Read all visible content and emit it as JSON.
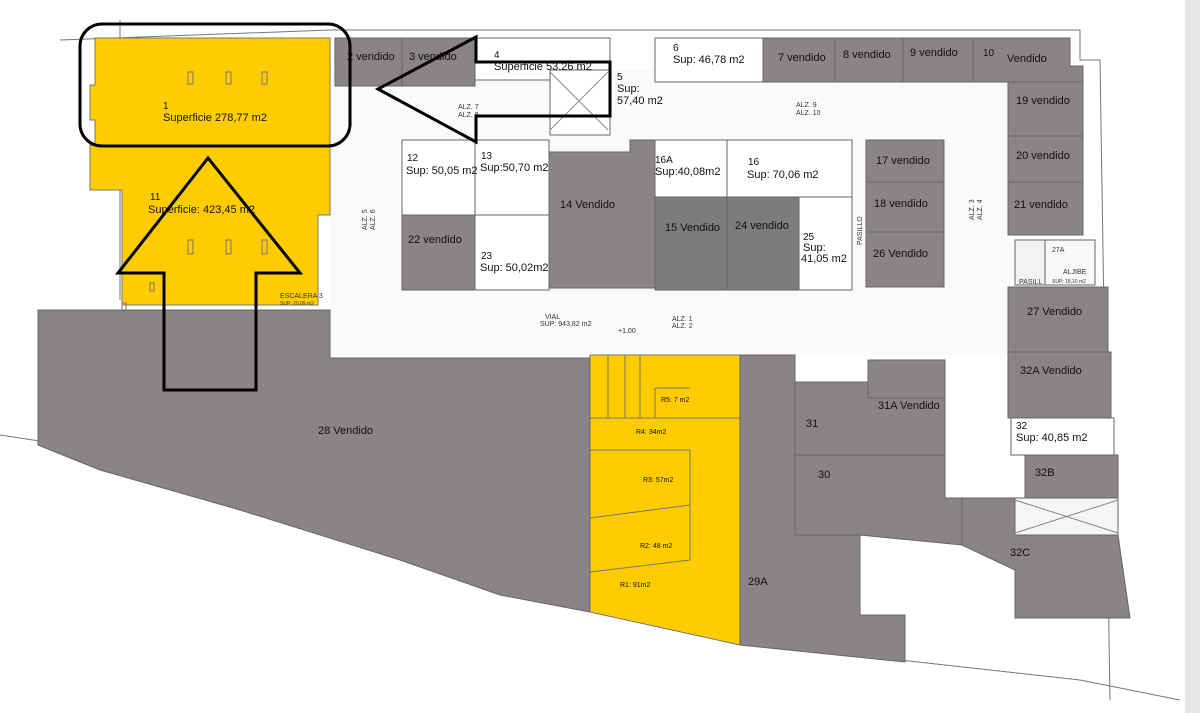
{
  "colors": {
    "sold": "#8a8486",
    "available": "#ffffff",
    "highlight": "#ffcc00",
    "line": "#555555",
    "arrow": "#000000"
  },
  "lots": {
    "l1": {
      "num": "1",
      "desc": "Superficie 278,77 m2"
    },
    "l2": "2 vendido",
    "l3": "3 vendido",
    "l4": {
      "num": "4",
      "desc": "Superficie 53.26 m2"
    },
    "l5": {
      "num": "5",
      "desc": "57,40 m2",
      "label": "Sup:"
    },
    "l6": {
      "num": "6",
      "desc": "Sup: 46,78 m2"
    },
    "l7": "7 vendido",
    "l8": "8 vendido",
    "l9": "9 vendido",
    "l10": "10",
    "l10b": "Vendido",
    "l11": {
      "num": "11",
      "desc": "Superficie: 423,45 m2"
    },
    "l12": {
      "num": "12",
      "desc": "Sup: 50,05 m2"
    },
    "l13": {
      "num": "13",
      "desc": "Sup:50,70 m2"
    },
    "l14": "14 Vendido",
    "l15": "15 Vendido",
    "l16a": {
      "num": "16A",
      "desc": "Sup:40,08m2"
    },
    "l16": {
      "num": "16",
      "desc": "Sup: 70,06 m2"
    },
    "l17": "17 vendido",
    "l18": "18 vendido",
    "l19": "19 vendido",
    "l20": "20 vendido",
    "l21": "21 vendido",
    "l22": "22 vendido",
    "l23": {
      "num": "23",
      "desc": "Sup: 50,02m2"
    },
    "l24": "24 vendido",
    "l25": {
      "num": "25",
      "label": "Sup:",
      "desc": "41,05 m2"
    },
    "l26": "26 Vendido",
    "l27": "27 Vendido",
    "l28": "28 Vendido",
    "l29a": "29A",
    "l30": "30",
    "l31": "31",
    "l31a": "31A Vendido",
    "l32": {
      "num": "32",
      "desc": "Sup: 40,85 m2"
    },
    "l32a": "32A Vendido",
    "l32b": "32B",
    "l32c": "32C",
    "r1": "R1: 91m2",
    "r2": "R2: 48 m2",
    "r3": "R3: 57m2",
    "r4": "R4: 34m2",
    "r5": "R5: 7 m2"
  },
  "annotations": {
    "vial": "VIAL",
    "vial_sup": "SUP: 943,82 m2",
    "alz7": "ALZ. 7",
    "alz8": "ALZ. 8",
    "alz9": "ALZ. 9",
    "alz10": "ALZ. 10",
    "alz5": "ALZ. 5",
    "alz6": "ALZ. 6",
    "alz3": "ALZ. 3",
    "alz4": "ALZ. 4",
    "alz1": "ALZ. 1",
    "alz2": "ALZ. 2",
    "pasillo": "PASILLO",
    "pasillo2": "PASILL",
    "aljibe": "ALJIBE",
    "aljibe_sup": "SUP: 18,10 m2",
    "escalera": "ESCALERA 3",
    "escalera_sup": "SUP: 20,09 m2",
    "level": "+1.00",
    "l27a": "27A"
  }
}
